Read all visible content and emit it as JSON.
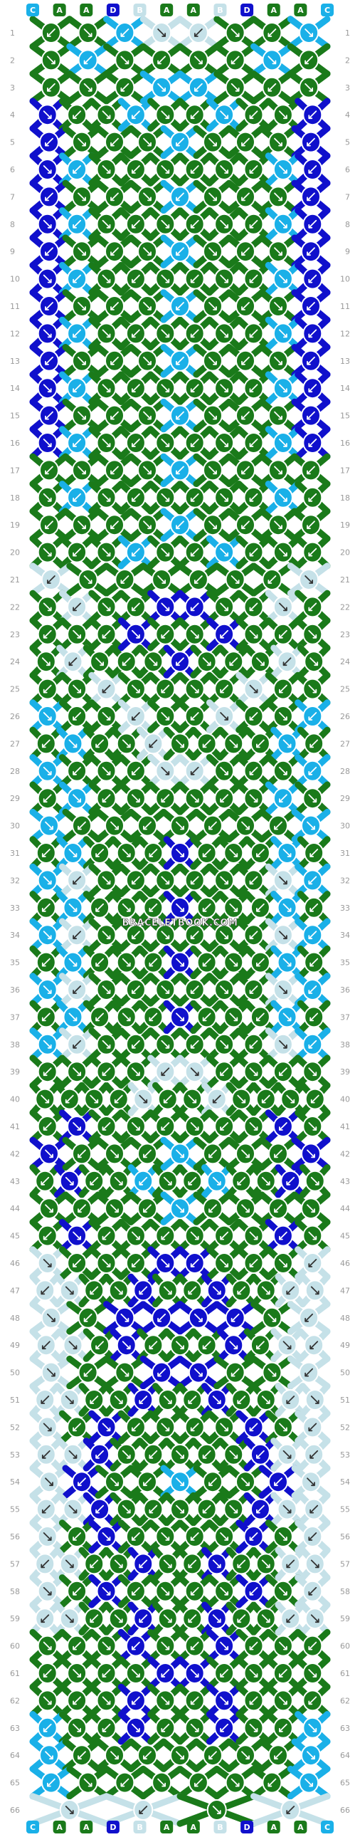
{
  "watermark": "BRACELETBOOK.COM",
  "colors": {
    "A": "#1a7a1a",
    "B": "#c5e1e8",
    "C": "#1ab0e8",
    "D": "#1010cc"
  },
  "strings": [
    "C",
    "A",
    "A",
    "D",
    "B",
    "A",
    "A",
    "B",
    "D",
    "A",
    "A",
    "C"
  ],
  "row_count": 66,
  "rows": [
    "AACBBAAC",
    "ACAAAACA",
    "AAACCAAA",
    "DAACAACAAD",
    "DAAACAAAD",
    "DCAAAAAACD",
    "DAAACAAAD",
    "DCAAAAAACD",
    "DAAACAAAD",
    "DCAAAAAACD",
    "DAAACAAAD",
    "DCAAAAAACD",
    "DAAACAAAD",
    "DCAAAAAACD",
    "DAAACAAAD",
    "DCAAAAAACD",
    "AAAACAAAA",
    "ACAAAAAACA",
    "AAAACAAAA",
    "AAACAACAAA",
    "BAAAAAAB",
    "ABAADDAABA",
    "AAADAADAAA",
    "ABAAADAAABA",
    "AABAAAABAA",
    "CAABAABAAC",
    "ACAABAAAACA",
    "CAAABBAAAC",
    "ACAAAAAACA",
    "CAAAAAAAC",
    "ACAAADAAACA",
    "CBAAAAAABC",
    "ACAAADAAACA",
    "CBAAAAAABC",
    "ACAAADAAACA",
    "CBAAAAAABC",
    "ACAAADAAACA",
    "CBAAAAAABC",
    "AAAABBAAAA",
    "AAAABAABAAAA",
    "ADAAAAAADA",
    "DAAACAAAD",
    "ADAACAACAADA",
    "AAAACAAAA",
    "ADAAAAAADA",
    "BAAADDAAAB",
    "BBAADAADAABB",
    "BADDDDAB",
    "BBADAAADABB",
    "BAADDAAB",
    "BBAADAADAABB",
    "BADAAAADAB",
    "BBDAAAAADBB",
    "BDAACAADB",
    "BBDAAAAADBB",
    "BADAAAADAB",
    "BBAADAADAABB",
    "BADAAAADAB",
    "BBAADAADAABB",
    "AAADAADAAA",
    "AAAADDAAAA",
    "AAADAADAAA",
    "CAADAADAAC",
    "CAAAAAAAC",
    "CAAAAAAC",
    "BBAB"
  ]
}
